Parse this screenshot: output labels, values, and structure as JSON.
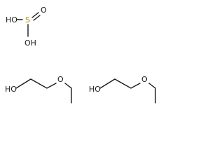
{
  "structures": {
    "sulfurous_acid": {
      "atoms": {
        "ho_top": "HO",
        "s": "S",
        "o_double": "O",
        "oh_bottom": "OH"
      },
      "colors": {
        "s": "#b8860b",
        "o": "#1a1a1a"
      }
    },
    "ethoxyethanol_1": {
      "atoms": {
        "ho": "HO",
        "o_ether": "O"
      }
    },
    "ethoxyethanol_2": {
      "atoms": {
        "ho": "HO",
        "o_ether": "O"
      }
    }
  }
}
